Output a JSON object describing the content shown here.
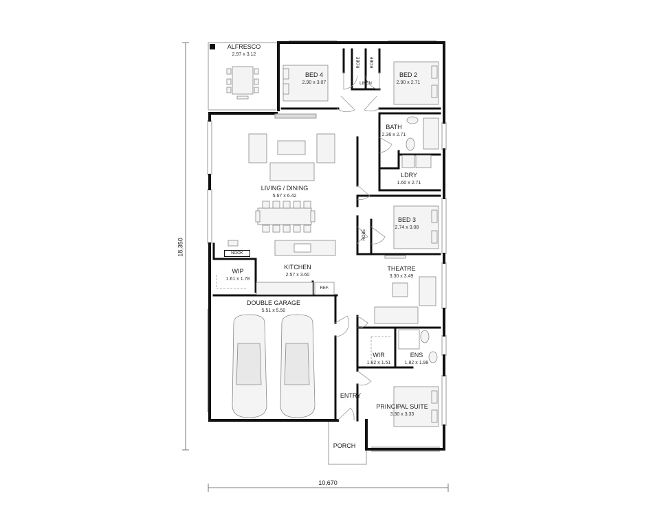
{
  "dimensions": {
    "width": "10,670",
    "depth": "18,350"
  },
  "rooms": {
    "alfresco": {
      "name": "ALFRESCO",
      "size": "2.97 x 3.12"
    },
    "bed4": {
      "name": "BED 4",
      "size": "2.90 x 3.07"
    },
    "bed2": {
      "name": "BED 2",
      "size": "2.90 x 2.71"
    },
    "bath": {
      "name": "BATH",
      "size": "2.36 x 2.71"
    },
    "ldry": {
      "name": "LDRY",
      "size": "1.60 x 2.71"
    },
    "living": {
      "name": "LIVING / DINING",
      "size": "5.67 x 6.42"
    },
    "bed3": {
      "name": "BED 3",
      "size": "2.74 x 3.08"
    },
    "kitchen": {
      "name": "KITCHEN",
      "size": "2.57 x 3.60"
    },
    "wip": {
      "name": "WIP",
      "size": "1.61 x 1.78"
    },
    "theatre": {
      "name": "THEATRE",
      "size": "3.30 x 3.49"
    },
    "garage": {
      "name": "DOUBLE GARAGE",
      "size": "5.51 x 5.50"
    },
    "wir": {
      "name": "WIR",
      "size": "1.82 x 1.51"
    },
    "ens": {
      "name": "ENS",
      "size": "1.82 x 1.98"
    },
    "entry": {
      "name": "ENTRY"
    },
    "principal": {
      "name": "PRINCIPAL SUITE",
      "size": "3.30 x 3.33"
    },
    "porch": {
      "name": "PORCH"
    }
  },
  "fixtures": {
    "nook": "NOOK",
    "ref": "REF.",
    "linen": "LINEN",
    "robe": "ROBE"
  },
  "colors": {
    "wall": "#111111",
    "line": "#999999",
    "furniture": "#dddddd"
  }
}
